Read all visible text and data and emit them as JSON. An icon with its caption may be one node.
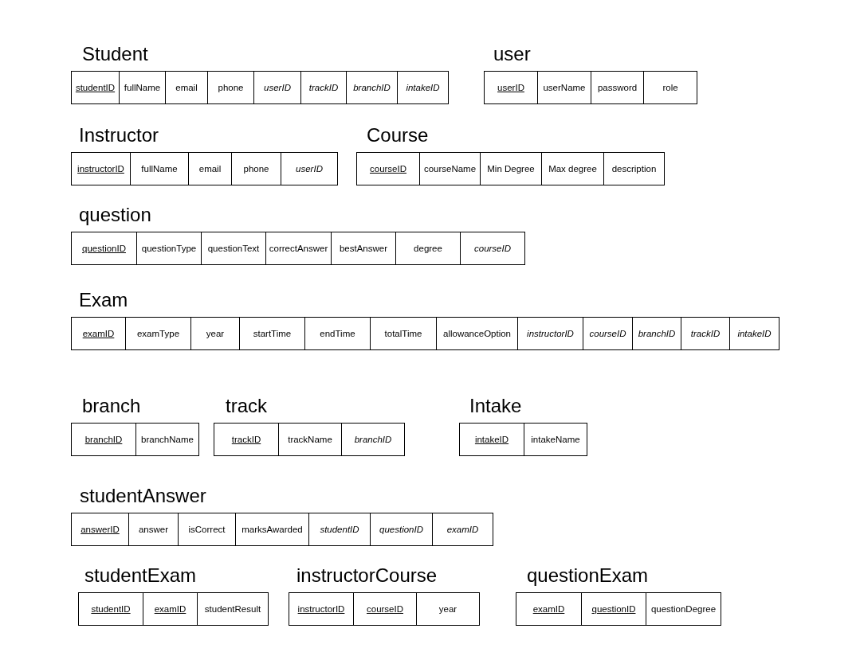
{
  "diagram": {
    "nodes": [
      {
        "text": [
          "Student"
        ]
      },
      {
        "text": [
          "studentID"
        ],
        "in": 0
      },
      {
        "text": [
          "fullName"
        ],
        "in": 0
      },
      {
        "text": [
          "email"
        ],
        "in": 0
      },
      {
        "text": [
          "phone"
        ],
        "in": 0
      },
      {
        "text": [
          "userID"
        ],
        "in": 0
      },
      {
        "text": [
          "trackID"
        ],
        "in": 0
      },
      {
        "text": [
          "branchID"
        ],
        "in": 0
      },
      {
        "text": [
          "intakeID"
        ],
        "in": 0
      },
      {
        "text": [
          "user"
        ]
      },
      {
        "text": [
          "userID"
        ],
        "in": 9
      },
      {
        "text": [
          "userName"
        ],
        "in": 9
      },
      {
        "text": [
          "password"
        ],
        "in": 9
      },
      {
        "text": [
          "role"
        ],
        "in": 9
      },
      {
        "text": [
          "Instructor"
        ]
      },
      {
        "text": [
          "instructorID"
        ],
        "in": 14
      },
      {
        "text": [
          "fullName"
        ],
        "in": 14
      },
      {
        "text": [
          "email"
        ],
        "in": 14
      },
      {
        "text": [
          "phone"
        ],
        "in": 14
      },
      {
        "text": [
          "userID"
        ],
        "in": 14
      },
      {
        "text": [
          "Course"
        ]
      },
      {
        "text": [
          "courseID"
        ],
        "in": 20
      },
      {
        "text": [
          "courseName"
        ],
        "in": 20
      },
      {
        "text": [
          "Min Degree"
        ],
        "in": 20
      },
      {
        "text": [
          "Max degree"
        ],
        "in": 20
      },
      {
        "text": [
          "description"
        ],
        "in": 20
      },
      {
        "text": [
          "question"
        ]
      },
      {
        "text": [
          "questionID"
        ],
        "in": 26
      },
      {
        "text": [
          "questionType"
        ],
        "in": 26
      },
      {
        "text": [
          "questionText"
        ],
        "in": 26
      },
      {
        "text": [
          "correctAnswer"
        ],
        "in": 26
      },
      {
        "text": [
          "bestAnswer"
        ],
        "in": 26
      },
      {
        "text": [
          "degree"
        ],
        "in": 26
      },
      {
        "text": [
          "courseID"
        ],
        "in": 26
      },
      {
        "text": [
          "Exam"
        ]
      },
      {
        "text": [
          "examID"
        ],
        "in": 34
      },
      {
        "text": [
          "examType"
        ],
        "in": 34
      },
      {
        "text": [
          "year"
        ],
        "in": 34
      },
      {
        "text": [
          "startTime"
        ],
        "in": 34
      },
      {
        "text": [
          "endTime"
        ],
        "in": 34
      },
      {
        "text": [
          "totalTime"
        ],
        "in": 34
      },
      {
        "text": [
          "allowanceOption"
        ],
        "in": 34
      },
      {
        "text": [
          "instructorID"
        ],
        "in": 34
      },
      {
        "text": [
          "courseID"
        ],
        "in": 34
      },
      {
        "text": [
          "branchID"
        ],
        "in": 34
      },
      {
        "text": [
          "trackID"
        ],
        "in": 34
      },
      {
        "text": [
          "intakeID"
        ],
        "in": 34
      },
      {
        "text": [
          "branch"
        ]
      },
      {
        "text": [
          "branchID"
        ],
        "in": 47
      },
      {
        "text": [
          "branchName"
        ],
        "in": 47
      },
      {
        "text": [
          "track"
        ]
      },
      {
        "text": [
          "trackID"
        ],
        "in": 50
      },
      {
        "text": [
          "trackName"
        ],
        "in": 50
      },
      {
        "text": [
          "branchID"
        ],
        "in": 50
      },
      {
        "text": [
          "Intake"
        ]
      },
      {
        "text": [
          "intakeID"
        ],
        "in": 54
      },
      {
        "text": [
          "intakeName"
        ],
        "in": 54
      },
      {
        "text": [
          "studentAnswer"
        ]
      },
      {
        "text": [
          "answerID"
        ],
        "in": 57
      },
      {
        "text": [
          "answer"
        ],
        "in": 57
      },
      {
        "text": [
          "isCorrect"
        ],
        "in": 57
      },
      {
        "text": [
          "marksAwarded"
        ],
        "in": 57
      },
      {
        "text": [
          "studentID"
        ],
        "in": 57
      },
      {
        "text": [
          "questionID"
        ],
        "in": 57
      },
      {
        "text": [
          "examID"
        ],
        "in": 57
      },
      {
        "text": [
          "studentExam"
        ]
      },
      {
        "text": [
          "studentID"
        ],
        "in": 65
      },
      {
        "text": [
          "examID"
        ],
        "in": 65
      },
      {
        "text": [
          "studentResult"
        ],
        "in": 65
      },
      {
        "text": [
          "instructorCourse"
        ]
      },
      {
        "text": [
          "instructorID"
        ],
        "in": 69
      },
      {
        "text": [
          "courseID"
        ],
        "in": 69
      },
      {
        "text": [
          "year"
        ],
        "in": 69
      },
      {
        "text": [
          "questionExam"
        ]
      },
      {
        "text": [
          "examID"
        ],
        "in": 73
      },
      {
        "text": [
          "questionID"
        ],
        "in": 73
      },
      {
        "text": [
          "questionDegree"
        ],
        "in": 73
      }
    ]
  }
}
